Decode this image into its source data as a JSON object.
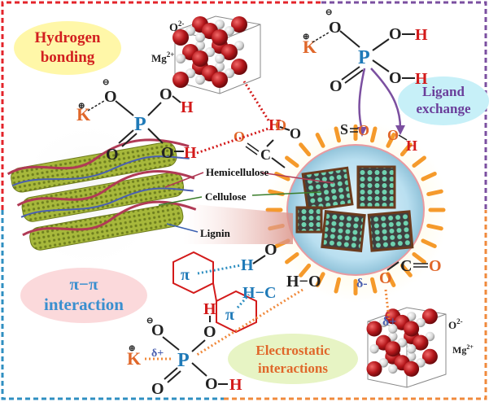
{
  "labels": {
    "hydrogen_bonding": [
      "Hydrogen",
      "bonding"
    ],
    "ligand_exchange": [
      "Ligand",
      "exchange"
    ],
    "pi_pi": [
      "π−π",
      "interaction"
    ],
    "electrostatic": [
      "Electrostatic",
      "interactions"
    ],
    "hemicellulose": "Hemicellulose",
    "cellulose": "Cellulose",
    "lignin": "Lignin"
  },
  "atoms": {
    "O": "O",
    "H": "H",
    "P": "P",
    "K": "K",
    "C": "C",
    "S": "S",
    "Mg2": "Mg",
    "sup2plus": "2+",
    "sup2minus": "2-",
    "O2minus": "O",
    "delta_plus": "δ+",
    "delta_minus": "δ-",
    "pi": "π",
    "minus_circ": "⊖",
    "plus_circ": "⊕",
    "HC": "H−C",
    "HO": "H−O"
  },
  "colors": {
    "border_red": "#e3242b",
    "border_purple": "#7b4fa0",
    "border_blue": "#2f8fc1",
    "border_orange": "#f08a3c",
    "label_hydrogen": "#d21f1f",
    "label_ligand": "#6a3d9a",
    "label_pi": "#3a8fcf",
    "label_electro": "#e0672a",
    "oxygen_red": "#222222",
    "hydrogen_red": "#d31a1a",
    "phosphorus_blue": "#1f7ab8",
    "potassium_orange": "#e0672a"
  }
}
